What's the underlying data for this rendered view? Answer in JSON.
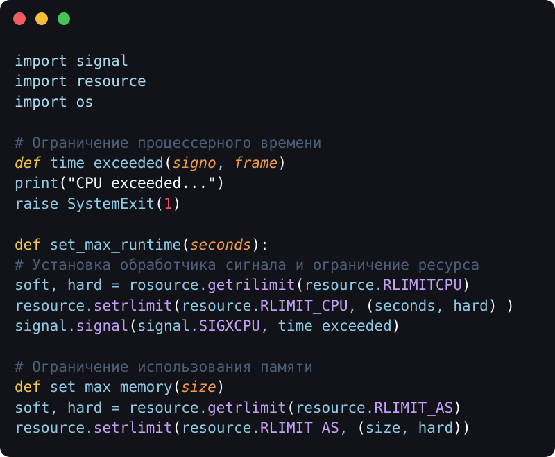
{
  "window": {
    "controls": {
      "close_color": "#ee5e5e",
      "minimize_color": "#f5be36",
      "maximize_color": "#44c55c"
    }
  },
  "code": {
    "language": "python",
    "lines": [
      [
        {
          "t": "import signal",
          "c": "kw"
        }
      ],
      [
        {
          "t": "import resource",
          "c": "kw"
        }
      ],
      [
        {
          "t": "import os",
          "c": "kw"
        }
      ],
      [],
      [
        {
          "t": "# Ограничение процессерного времени",
          "c": "comment"
        }
      ],
      [
        {
          "t": "def",
          "c": "def"
        },
        {
          "t": " time_exceeded",
          "c": "plain"
        },
        {
          "t": "(",
          "c": "punct"
        },
        {
          "t": "signo",
          "c": "param"
        },
        {
          "t": ", ",
          "c": "plain"
        },
        {
          "t": "frame",
          "c": "param"
        },
        {
          "t": ")",
          "c": "punct"
        }
      ],
      [
        {
          "t": "print",
          "c": "plain"
        },
        {
          "t": "(",
          "c": "punct"
        },
        {
          "t": "\"CPU exceeded...\"",
          "c": "str"
        },
        {
          "t": ")",
          "c": "punct"
        }
      ],
      [
        {
          "t": "raise SystemExit",
          "c": "plain"
        },
        {
          "t": "(",
          "c": "punct"
        },
        {
          "t": "1",
          "c": "num"
        },
        {
          "t": ")",
          "c": "punct"
        }
      ],
      [],
      [
        {
          "t": "def",
          "c": "defn"
        },
        {
          "t": " set_max_runtime",
          "c": "plain"
        },
        {
          "t": "(",
          "c": "punct"
        },
        {
          "t": "seconds",
          "c": "param"
        },
        {
          "t": "):",
          "c": "punct"
        }
      ],
      [
        {
          "t": "# Установка обработчика сигнала и ограничение ресурса",
          "c": "comment"
        }
      ],
      [
        {
          "t": "soft, hard = rosource.",
          "c": "plain"
        },
        {
          "t": "getrilimit",
          "c": "fn"
        },
        {
          "t": "(",
          "c": "punct"
        },
        {
          "t": "resource.",
          "c": "plain"
        },
        {
          "t": "RLIMITCPU",
          "c": "const"
        },
        {
          "t": ")",
          "c": "punct"
        }
      ],
      [
        {
          "t": "resource.",
          "c": "plain"
        },
        {
          "t": "setrlimit",
          "c": "fn"
        },
        {
          "t": "(",
          "c": "punct"
        },
        {
          "t": "resource.",
          "c": "plain"
        },
        {
          "t": "RLIMIT_CPU",
          "c": "const"
        },
        {
          "t": ", ",
          "c": "plain"
        },
        {
          "t": "(",
          "c": "punct"
        },
        {
          "t": "seconds, hard",
          "c": "plain"
        },
        {
          "t": ") )",
          "c": "punct"
        }
      ],
      [
        {
          "t": "signal.",
          "c": "plain"
        },
        {
          "t": "signal",
          "c": "fn"
        },
        {
          "t": "(",
          "c": "punct"
        },
        {
          "t": "signal.",
          "c": "plain"
        },
        {
          "t": "SIGXCPU",
          "c": "const"
        },
        {
          "t": ", time_exceeded",
          "c": "plain"
        },
        {
          "t": ")",
          "c": "punct"
        }
      ],
      [],
      [
        {
          "t": "# Ограничение использования памяти",
          "c": "comment"
        }
      ],
      [
        {
          "t": "def",
          "c": "defn"
        },
        {
          "t": " set_max_memory",
          "c": "plain"
        },
        {
          "t": "(",
          "c": "punct"
        },
        {
          "t": "size",
          "c": "param"
        },
        {
          "t": ")",
          "c": "punct"
        }
      ],
      [
        {
          "t": "soft, hard = resource.",
          "c": "plain"
        },
        {
          "t": "getrlimit",
          "c": "fn"
        },
        {
          "t": "(",
          "c": "punct"
        },
        {
          "t": "resource.",
          "c": "plain"
        },
        {
          "t": "RLIMIT_AS",
          "c": "const"
        },
        {
          "t": ")",
          "c": "punct"
        }
      ],
      [
        {
          "t": "resource.",
          "c": "plain"
        },
        {
          "t": "setrlimit",
          "c": "fn"
        },
        {
          "t": "(",
          "c": "punct"
        },
        {
          "t": "resource.",
          "c": "plain"
        },
        {
          "t": "RLIMIT_AS",
          "c": "const"
        },
        {
          "t": ", ",
          "c": "plain"
        },
        {
          "t": "(",
          "c": "punct"
        },
        {
          "t": "size, hard",
          "c": "plain"
        },
        {
          "t": "))",
          "c": "punct"
        }
      ]
    ]
  }
}
